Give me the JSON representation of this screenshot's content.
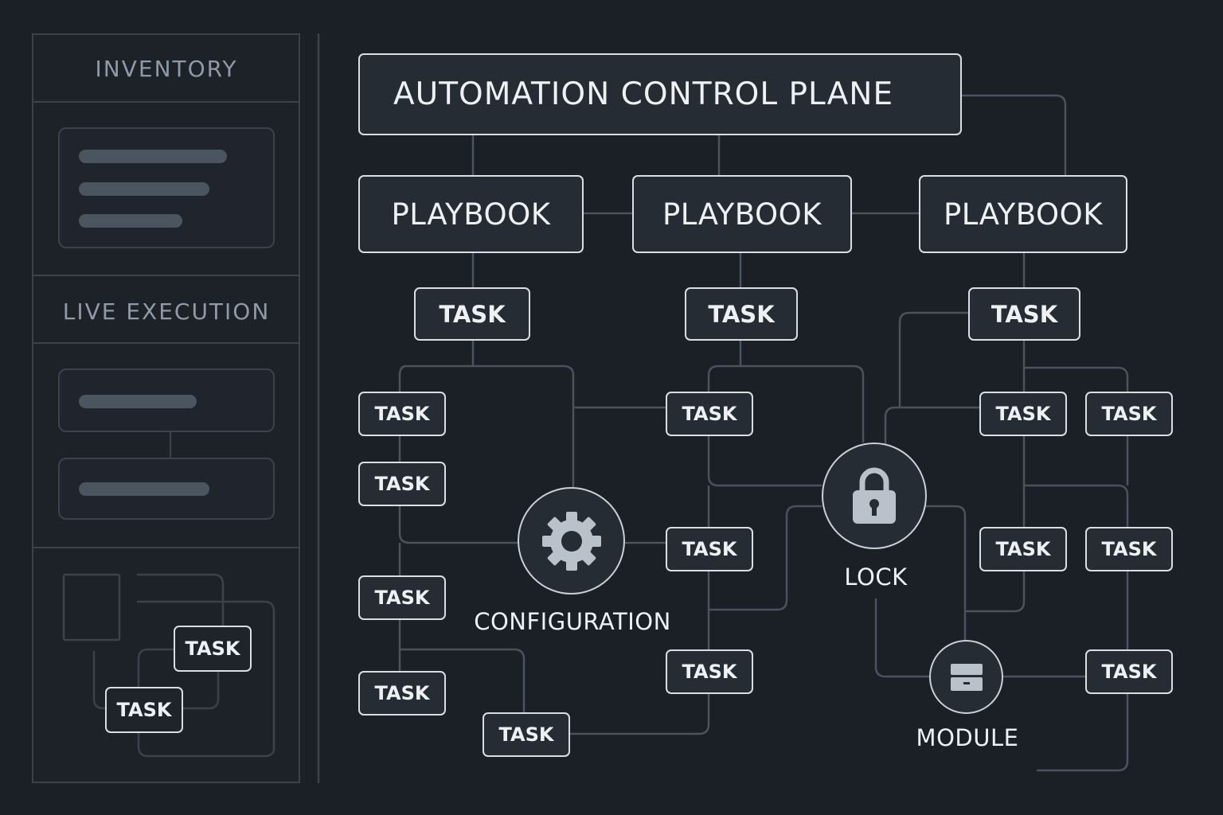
{
  "sidebar": {
    "inventory_heading": "INVENTORY",
    "live_execution_heading": "LIVE EXECUTION",
    "mini_tasks": [
      "TASK",
      "TASK"
    ]
  },
  "diagram": {
    "title": "AUTOMATION CONTROL PLANE",
    "playbooks": [
      "PLAYBOOK",
      "PLAYBOOK",
      "PLAYBOOK"
    ],
    "task_label": "TASK",
    "configuration": {
      "label": "CONFIGURATION",
      "icon": "gear-icon"
    },
    "lock": {
      "label": "LOCK",
      "icon": "lock-icon"
    },
    "module": {
      "label": "MODULE",
      "icon": "module-icon"
    }
  },
  "colors": {
    "background": "#1b1f26",
    "node_fill": "#262c34",
    "node_border": "#d9dee4",
    "connector": "#4a535d",
    "icon": "#b9c1ca"
  }
}
